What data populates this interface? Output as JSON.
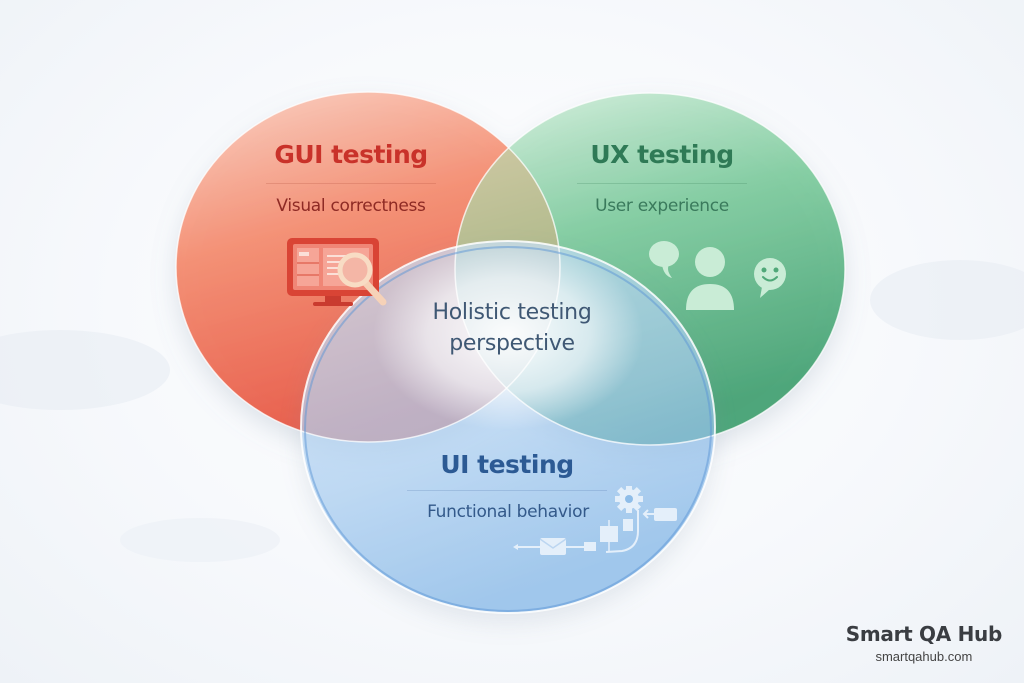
{
  "diagram": {
    "type": "venn",
    "sets": [
      {
        "id": "gui",
        "title": "GUI testing",
        "subtitle": "Visual correctness",
        "icon": "monitor-magnifier-icon",
        "color": "#e8473a",
        "title_color": "#c9322a",
        "subtitle_color": "#8e2a24"
      },
      {
        "id": "ux",
        "title": "UX testing",
        "subtitle": "User experience",
        "icon": "user-chat-smiley-icon",
        "color": "#4fb37d",
        "title_color": "#2f7a56",
        "subtitle_color": "#3a7a5c"
      },
      {
        "id": "ui",
        "title": "UI testing",
        "subtitle": "Functional behavior",
        "icon": "gear-flow-icon",
        "color": "#6aa6e0",
        "title_color": "#2c5a94",
        "subtitle_color": "#33598a"
      }
    ],
    "center": {
      "line1": "Holistic testing",
      "line2": "perspective"
    }
  },
  "brand": {
    "name": "Smart QA Hub",
    "url": "smartqahub.com"
  }
}
